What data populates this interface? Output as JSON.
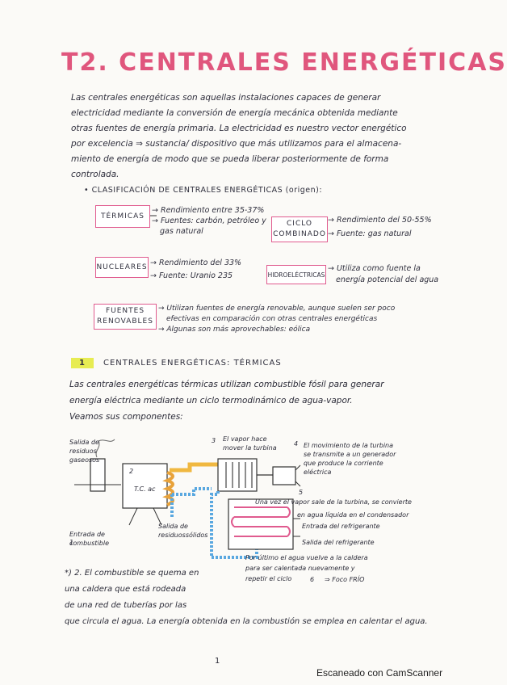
{
  "title": "T2. CENTRALES ENERGÉTICAS",
  "intro_lines": [
    "Las centrales energéticas son aquellas instalaciones capaces de generar",
    "electricidad mediante la conversión de energía mecánica obtenida mediante",
    "otras fuentes de energía primaria. La electricidad es nuestro vector energético",
    "por excelencia ⇒ sustancia/ dispositivo que más utilizamos para el almacena-",
    "miento de energía de modo que se pueda liberar posteriormente de forma",
    "controlada."
  ],
  "classification_heading": "• CLASIFICACIÓN DE CENTRALES ENERGÉTICAS (origen):",
  "boxes": {
    "termicas": "TÉRMICAS",
    "ciclo": [
      "CICLO",
      "COMBINADO"
    ],
    "nucleares": "NUCLEARES",
    "hidro": "HIDROELÉCTRICAS",
    "renovables": [
      "FUENTES",
      "RENOVABLES"
    ]
  },
  "notes": {
    "termicas": [
      "→ Rendimiento entre 35-37%",
      "→ Fuentes: carbón, petróleo y",
      "gas natural"
    ],
    "ciclo": [
      "→ Rendimiento del 50-55%",
      "→ Fuente: gas natural"
    ],
    "nucleares": [
      "→ Rendimiento del 33%",
      "→ Fuente: Uranio 235"
    ],
    "hidro": [
      "→ Utiliza como fuente la",
      "energía potencial del agua"
    ],
    "renovables": [
      "→ Utilizan fuentes de energía renovable, aunque suelen ser poco",
      "efectivas en comparación con otras centrales energéticas",
      "→ Algunas son más aprovechables: eólica"
    ]
  },
  "section": {
    "number": "1",
    "title": "CENTRALES ENERGÉTICAS: TÉRMICAS",
    "body": [
      "Las centrales energéticas térmicas utilizan combustible fósil para generar",
      "energía eléctrica mediante un ciclo termodinámico de agua-vapor.",
      "Veamos sus componentes:"
    ]
  },
  "diagram": {
    "salida_gases": [
      "Salida de",
      "residuos",
      "gaseosos"
    ],
    "num2": "2",
    "tcaldera": "T.C. ac",
    "entrada_combustible": [
      "Entrada de",
      "combustible"
    ],
    "salida_residuos": [
      "Salida de",
      "residuossólidos"
    ],
    "num3": "3",
    "vapor_turbina": [
      "El vapor hace",
      "mover la turbina"
    ],
    "num4": "4",
    "mov_turbina": [
      "El movimiento de la turbina",
      "se transmite a un generador",
      "que produce la corriente",
      "eléctrica"
    ],
    "num5": "5",
    "condensador": [
      "Una vez el vapor sale de la turbina, se convierte",
      "en agua líquida en el condensador"
    ],
    "entrada_refrig": "Entrada del refrigerante",
    "salida_refrig": "Salida del refrigerante",
    "por_ultimo": [
      "Por último el agua vuelve a la caldera",
      "para ser calentada nuevamente y",
      "repetir el ciclo"
    ],
    "num6": "6",
    "foco_frio": "⇒ Foco FRÍO",
    "num1": "1"
  },
  "footer_lines": [
    "*) 2. El combustible se quema en",
    "una caldera que está rodeada",
    "de una red de tuberías por las",
    "que circula el agua. La energía obtenida en la combustión se emplea en calentar el agua."
  ],
  "page_number": "1",
  "scanner": "Escaneado con CamScanner"
}
